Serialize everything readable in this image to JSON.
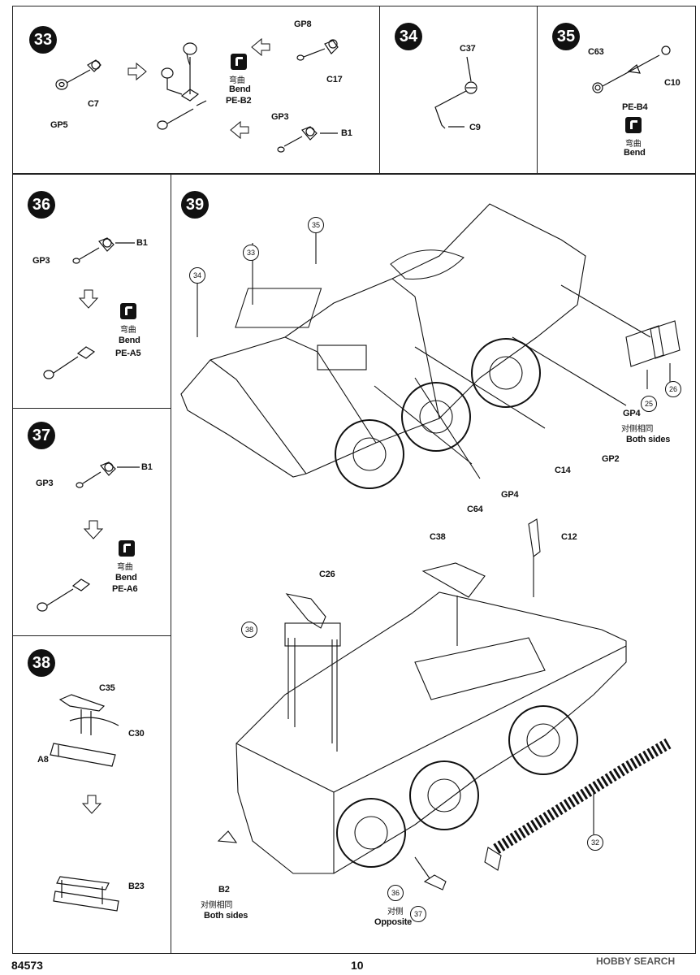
{
  "steps": {
    "s33": {
      "number": "33",
      "parts": [
        "GP8",
        "C7",
        "GP5",
        "C17",
        "GP3",
        "B1"
      ],
      "bend_cn": "弯曲",
      "bend_en": "Bend",
      "pe": "PE-B2"
    },
    "s34": {
      "number": "34",
      "parts": [
        "C37",
        "C9"
      ]
    },
    "s35": {
      "number": "35",
      "parts": [
        "C63",
        "C10",
        "PE-B4"
      ],
      "bend_cn": "弯曲",
      "bend_en": "Bend"
    },
    "s36": {
      "number": "36",
      "parts": [
        "B1",
        "GP3"
      ],
      "bend_cn": "弯曲",
      "bend_en": "Bend",
      "pe": "PE-A5"
    },
    "s37": {
      "number": "37",
      "parts": [
        "B1",
        "GP3"
      ],
      "bend_cn": "弯曲",
      "bend_en": "Bend",
      "pe": "PE-A6"
    },
    "s38": {
      "number": "38",
      "parts": [
        "C35",
        "C30",
        "A8",
        "B23"
      ]
    },
    "s39": {
      "number": "39",
      "top_callouts": [
        "35",
        "33",
        "34",
        "25",
        "26"
      ],
      "top_parts": [
        "GP4",
        "GP2",
        "C14",
        "GP4",
        "C64"
      ],
      "both_sides_cn": "对侧相同",
      "both_sides_en": "Both sides",
      "bottom_callouts": [
        "38",
        "36",
        "37",
        "32"
      ],
      "bottom_parts": [
        "C38",
        "C12",
        "C26",
        "B2"
      ],
      "opposite_cn": "对侧",
      "opposite_en": "Opposite"
    }
  },
  "footer": {
    "code": "84573",
    "page": "10",
    "watermark": "HOBBY SEARCH"
  }
}
